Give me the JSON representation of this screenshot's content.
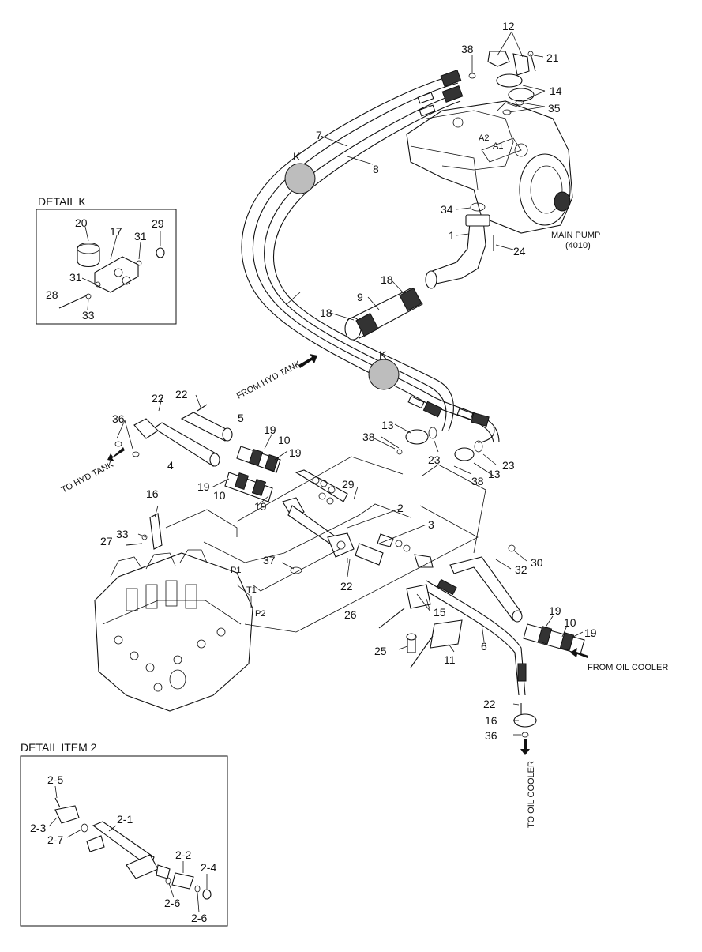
{
  "callouts": [
    {
      "id": "c1",
      "text": "1"
    },
    {
      "id": "c2",
      "text": "2"
    },
    {
      "id": "c3",
      "text": "3"
    },
    {
      "id": "c4",
      "text": "4"
    },
    {
      "id": "c5",
      "text": "5"
    },
    {
      "id": "c6",
      "text": "6"
    },
    {
      "id": "c7",
      "text": "7"
    },
    {
      "id": "c8",
      "text": "8"
    },
    {
      "id": "c9",
      "text": "9"
    },
    {
      "id": "c10a",
      "text": "10"
    },
    {
      "id": "c10b",
      "text": "10"
    },
    {
      "id": "c10c",
      "text": "10"
    },
    {
      "id": "c11",
      "text": "11"
    },
    {
      "id": "c12",
      "text": "12"
    },
    {
      "id": "c13a",
      "text": "13"
    },
    {
      "id": "c13b",
      "text": "13"
    },
    {
      "id": "c14",
      "text": "14"
    },
    {
      "id": "c15",
      "text": "15"
    },
    {
      "id": "c16a",
      "text": "16"
    },
    {
      "id": "c16b",
      "text": "16"
    },
    {
      "id": "c18a",
      "text": "18"
    },
    {
      "id": "c18b",
      "text": "18"
    },
    {
      "id": "c19a",
      "text": "19"
    },
    {
      "id": "c19b",
      "text": "19"
    },
    {
      "id": "c19c",
      "text": "19"
    },
    {
      "id": "c19d",
      "text": "19"
    },
    {
      "id": "c19e",
      "text": "19"
    },
    {
      "id": "c19f",
      "text": "19"
    },
    {
      "id": "c21",
      "text": "21"
    },
    {
      "id": "c22a",
      "text": "22"
    },
    {
      "id": "c22b",
      "text": "22"
    },
    {
      "id": "c22c",
      "text": "22"
    },
    {
      "id": "c22d",
      "text": "22"
    },
    {
      "id": "c23a",
      "text": "23"
    },
    {
      "id": "c23b",
      "text": "23"
    },
    {
      "id": "c24",
      "text": "24"
    },
    {
      "id": "c25",
      "text": "25"
    },
    {
      "id": "c26",
      "text": "26"
    },
    {
      "id": "c27",
      "text": "27"
    },
    {
      "id": "c29",
      "text": "29"
    },
    {
      "id": "c30",
      "text": "30"
    },
    {
      "id": "c32",
      "text": "32"
    },
    {
      "id": "c33",
      "text": "33"
    },
    {
      "id": "c34",
      "text": "34"
    },
    {
      "id": "c35",
      "text": "35"
    },
    {
      "id": "c36a",
      "text": "36"
    },
    {
      "id": "c36b",
      "text": "36"
    },
    {
      "id": "c37",
      "text": "37"
    },
    {
      "id": "c38a",
      "text": "38"
    },
    {
      "id": "c38b",
      "text": "38"
    },
    {
      "id": "c38c",
      "text": "38"
    },
    {
      "id": "cKa",
      "text": "K"
    },
    {
      "id": "cKb",
      "text": "K"
    }
  ],
  "detail_k": {
    "title": "DETAIL  K",
    "callouts": [
      {
        "id": "k20",
        "text": "20"
      },
      {
        "id": "k17",
        "text": "17"
      },
      {
        "id": "k31a",
        "text": "31"
      },
      {
        "id": "k29",
        "text": "29"
      },
      {
        "id": "k31b",
        "text": "31"
      },
      {
        "id": "k28",
        "text": "28"
      },
      {
        "id": "k33",
        "text": "33"
      }
    ]
  },
  "detail_item2": {
    "title": "DETAIL ITEM 2",
    "callouts": [
      {
        "id": "d25",
        "text": "2-5"
      },
      {
        "id": "d23",
        "text": "2-3"
      },
      {
        "id": "d27",
        "text": "2-7"
      },
      {
        "id": "d21",
        "text": "2-1"
      },
      {
        "id": "d22",
        "text": "2-2"
      },
      {
        "id": "d24",
        "text": "2-4"
      },
      {
        "id": "d26a",
        "text": "2-6"
      },
      {
        "id": "d26b",
        "text": "2-6"
      }
    ]
  },
  "annotations": {
    "main_pump_line1": "MAIN PUMP",
    "main_pump_line2": "(4010)",
    "from_hyd_tank": "FROM HYD TANK",
    "to_hyd_tank": "TO HYD TANK",
    "from_oil_cooler": "FROM OIL COOLER",
    "to_oil_cooler": "TO OIL COOLER",
    "port_p1": "P1",
    "port_t1": "T1",
    "port_p2": "P2",
    "port_a1": "A1",
    "port_a2": "A2"
  }
}
